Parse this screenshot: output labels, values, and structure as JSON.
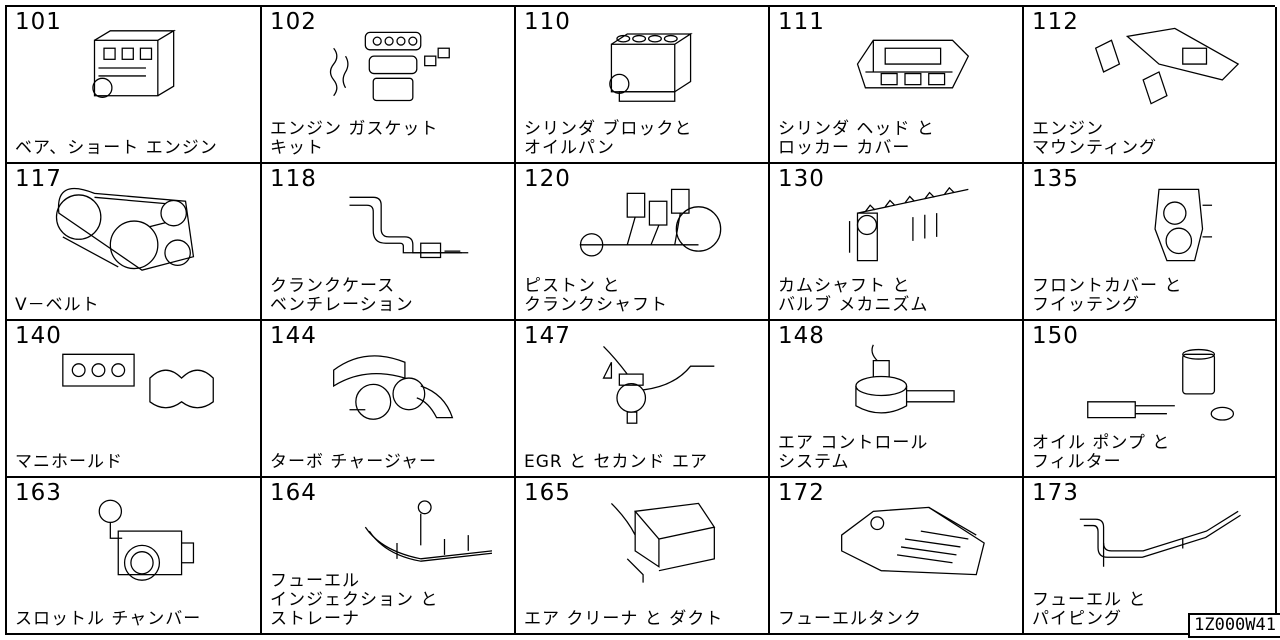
{
  "cells": [
    {
      "num": "101",
      "label": "ベア、ショート エンジン",
      "icon": "short-engine-icon"
    },
    {
      "num": "102",
      "label": "エンジン ガスケット\nキット",
      "icon": "gasket-kit-icon"
    },
    {
      "num": "110",
      "label": "シリンダ ブロックと\nオイルパン",
      "icon": "cylinder-block-icon"
    },
    {
      "num": "111",
      "label": "シリンダ ヘッド と\nロッカー カバー",
      "icon": "cylinder-head-icon"
    },
    {
      "num": "112",
      "label": "エンジン\nマウンティング",
      "icon": "engine-mount-icon"
    },
    {
      "num": "117",
      "label": "V－ベルト",
      "icon": "v-belt-icon"
    },
    {
      "num": "118",
      "label": "クランクケース\nベンチレーション",
      "icon": "crankcase-vent-icon"
    },
    {
      "num": "120",
      "label": "ピストン と\nクランクシャフト",
      "icon": "piston-crankshaft-icon"
    },
    {
      "num": "130",
      "label": "カムシャフト と\nバルブ メカニズム",
      "icon": "camshaft-valve-icon"
    },
    {
      "num": "135",
      "label": "フロントカバー と\nフイッテング",
      "icon": "front-cover-icon"
    },
    {
      "num": "140",
      "label": "マニホールド",
      "icon": "manifold-icon"
    },
    {
      "num": "144",
      "label": "ターボ チャージャー",
      "icon": "turbocharger-icon"
    },
    {
      "num": "147",
      "label": "EGR と セカンド エア",
      "icon": "egr-valve-icon"
    },
    {
      "num": "148",
      "label": "エア コントロール\nシステム",
      "icon": "air-control-icon"
    },
    {
      "num": "150",
      "label": "オイル ポンプ と\nフィルター",
      "icon": "oil-pump-filter-icon"
    },
    {
      "num": "163",
      "label": "スロットル チャンバー",
      "icon": "throttle-chamber-icon"
    },
    {
      "num": "164",
      "label": "フューエル\nインジェクション と\nストレーナ",
      "icon": "fuel-injection-icon"
    },
    {
      "num": "165",
      "label": "エア クリーナ と ダクト",
      "icon": "air-cleaner-icon"
    },
    {
      "num": "172",
      "label": "フューエルタンク",
      "icon": "fuel-tank-icon"
    },
    {
      "num": "173",
      "label": "フューエル と\nパイピング",
      "icon": "fuel-piping-icon"
    }
  ],
  "code": "1Z000W41"
}
